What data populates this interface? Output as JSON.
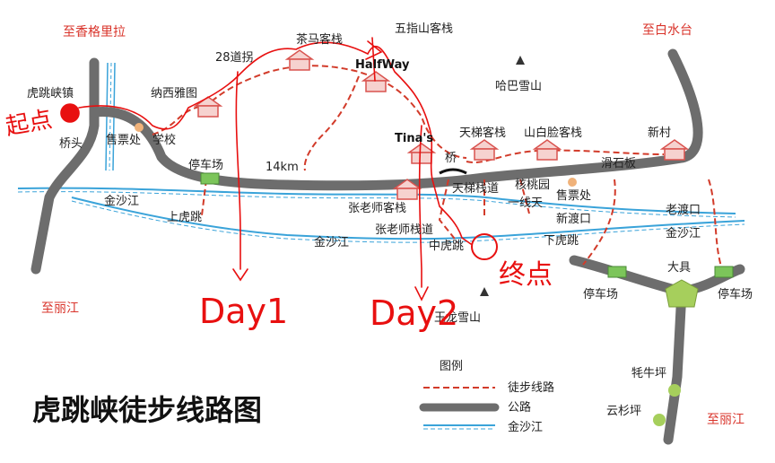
{
  "title": "虎跳峡徒步线路图",
  "directions": {
    "shangrila": "至香格里拉",
    "baishuitai": "至白水台",
    "lijiang_left": "至丽江",
    "lijiang_right": "至丽江"
  },
  "places": {
    "hutiao_town": "虎跳峡镇",
    "bridge_head": "桥头",
    "ticket_office_1": "售票处",
    "school": "学校",
    "naxi_inn": "纳西雅图",
    "turns_28": "28道拐",
    "chama_inn": "茶马客栈",
    "wuzhishan_inn": "五指山客栈",
    "halfway": "HalfWay",
    "haba_mountain": "哈巴雪山",
    "tinas": "Tina's",
    "bridge": "桥",
    "tianti_inn": "天梯客栈",
    "baiface_inn": "山白脸客栈",
    "new_village": "新村",
    "huashiban": "滑石板",
    "parking_1": "停车场",
    "km14": "14km",
    "jinsha_1": "金沙江",
    "shanghutiao": "上虎跳",
    "teacher_zhang_inn": "张老师客栈",
    "tianti_path": "天梯栈道",
    "hetaoyuan": "核桃园",
    "yixiantian": "一线天",
    "ticket_office_2": "售票处",
    "xin_ferry": "新渡口",
    "lao_ferry": "老渡口",
    "jinsha_2": "金沙江",
    "jinsha_3": "金沙江",
    "teacher_zhang_path": "张老师栈道",
    "zhonghutiao": "中虎跳",
    "xiahutiao": "下虎跳",
    "daju": "大具",
    "parking_2": "停车场",
    "parking_3": "停车场",
    "yulong_mountain": "玉龙雪山",
    "maoniuping": "牦牛坪",
    "yunshanping": "云杉坪"
  },
  "legend": {
    "title": "图例",
    "trail": "徒步线路",
    "road": "公路",
    "river": "金沙江"
  },
  "annotations": {
    "start": "起点",
    "end": "终点",
    "day1": "Day1",
    "day2": "Day2"
  },
  "colors": {
    "road": "#6d6d6d",
    "trail": "#d23b2a",
    "river": "#3aa3d9",
    "handwriting": "#e81010",
    "inn": "#d9534f",
    "parking": "#7cc55a",
    "direction_text": "#d9342b"
  }
}
